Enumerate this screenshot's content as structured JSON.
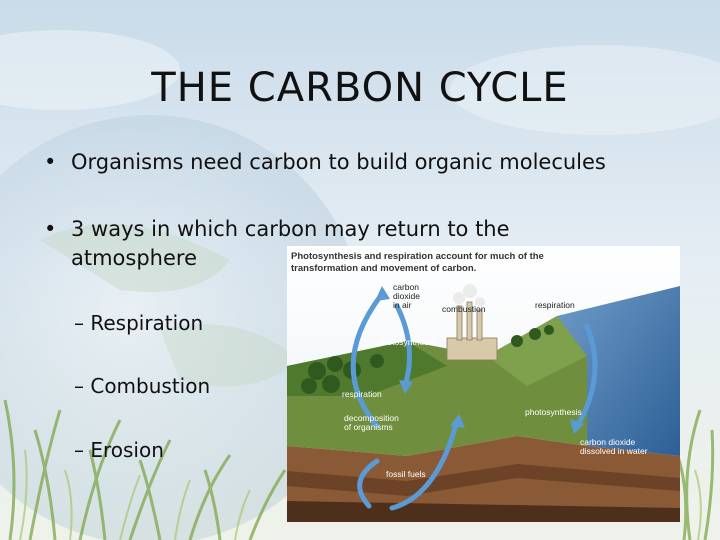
{
  "slide": {
    "title": "THE CARBON CYCLE",
    "bullets": [
      "Organisms need carbon to build organic molecules",
      "3 ways in which carbon may return to the",
      "atmosphere"
    ],
    "bullet_symbol": "•",
    "sub_items": [
      "– Respiration",
      "– Combustion",
      "– Erosion"
    ]
  },
  "diagram": {
    "caption_line1": "Photosynthesis and respiration account for much of the",
    "caption_line2": "transformation and movement of carbon.",
    "labels": {
      "co2_air_1": "carbon",
      "co2_air_2": "dioxide",
      "co2_air_3": "in air",
      "combustion": "combustion",
      "respiration_top": "respiration",
      "photosynthesis_left": "photosynthesis",
      "respiration_left": "respiration",
      "decomposition_1": "decomposition",
      "decomposition_2": "of organisms",
      "photosynthesis_right": "photosynthesis",
      "co2_water_1": "carbon dioxide",
      "co2_water_2": "dissolved in water",
      "fossil_fuels": "fossil fuels"
    }
  },
  "colors": {
    "sky": "#dce8f2",
    "grass": "#8fb35a",
    "text": "#111111"
  }
}
